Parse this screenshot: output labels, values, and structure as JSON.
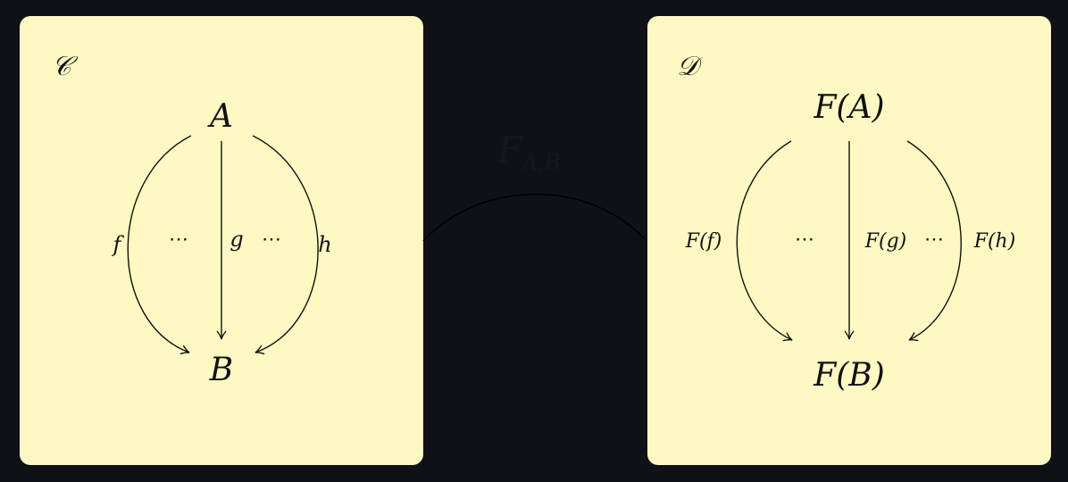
{
  "category_c": {
    "name": "𝒞",
    "source": "A",
    "target": "B",
    "morphisms": {
      "left": "f",
      "middle": "g",
      "right": "h"
    },
    "ellipsis": "⋯"
  },
  "category_d": {
    "name": "𝒟",
    "source": "F(A)",
    "target": "F(B)",
    "morphisms": {
      "left": "F(f)",
      "middle": "F(g)",
      "right": "F(h)"
    },
    "ellipsis": "⋯"
  },
  "functor": {
    "label_main": "F",
    "label_sub": "A,B"
  },
  "colors": {
    "background": "#0f1117",
    "panel": "#fef9c3",
    "ink": "#111111"
  }
}
